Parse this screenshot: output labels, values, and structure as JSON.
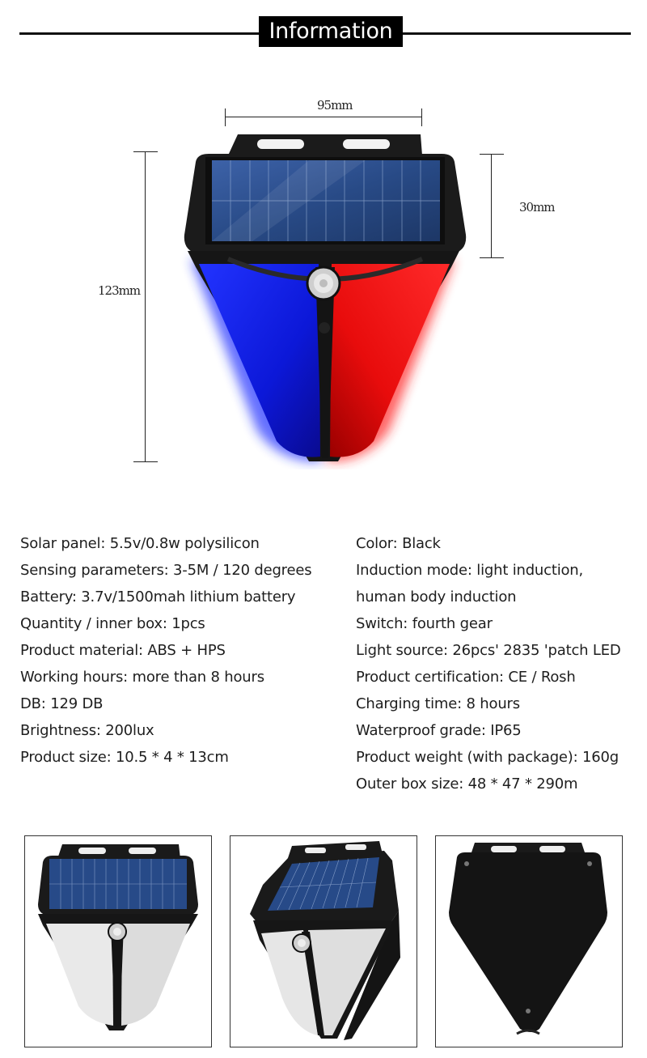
{
  "header": {
    "title": "Information"
  },
  "dimensions": {
    "width": "95mm",
    "height": "123mm",
    "depth": "30mm"
  },
  "specs_left": [
    "Solar panel: 5.5v/0.8w polysilicon",
    "Sensing parameters: 3-5M / 120 degrees",
    "Battery: 3.7v/1500mah lithium battery",
    "Quantity / inner box: 1pcs",
    "Product material: ABS + HPS",
    "Working hours: more than 8 hours",
    "DB: 129 DB",
    "Brightness: 200lux",
    "Product size: 10.5 * 4 * 13cm"
  ],
  "specs_right": [
    "Color: Black",
    "Induction mode: light induction,",
    "human body induction",
    "Switch: fourth gear",
    "Light source: 26pcs' 2835 'patch LED",
    "Product certification: CE / Rosh",
    "Charging time: 8 hours",
    "Waterproof grade: IP65",
    "Product weight (with package): 160g",
    "Outer box size: 48 * 47 * 290m"
  ],
  "colors": {
    "blue_light": "#1c2cff",
    "red_light": "#ff1a1a",
    "housing": "#1b1b1b",
    "solar": "#2d4d8a"
  }
}
